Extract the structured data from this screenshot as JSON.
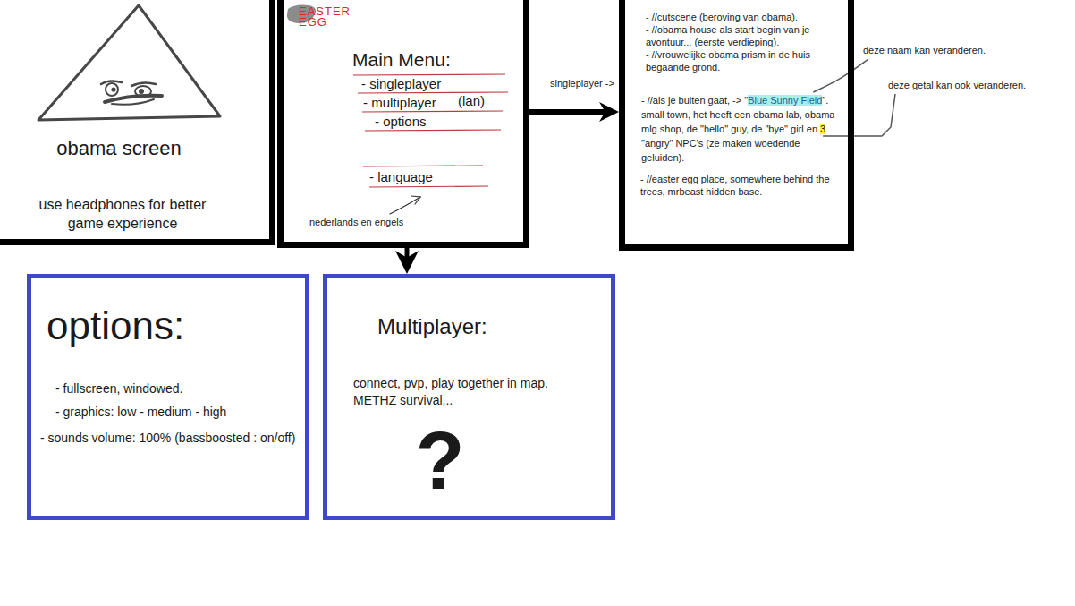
{
  "diagram": {
    "nodes": [
      {
        "text": [
          "obama screen",
          "use headphones for better game experience"
        ]
      },
      {
        "text": [
          "EASTER EGG",
          "Main Menu:",
          "- singleplayer",
          "- multiplayer",
          "(lan)",
          "- options",
          "- language",
          "nederlands en engels"
        ]
      },
      {
        "text": [
          "- //cutscene (beroving van obama).",
          "- //obama house als start begin van je avontuur... (eerste verdieping).",
          "- //vrouwelijke obama prism in de huis begaande grond.",
          "- //als je buiten gaat, -> \"Blue Sunny Field\". small town, het heeft een obama lab, obama mlg shop, de \"hello\" guy, de \"bye\" girl en 3 \"angry\" NPC's (ze maken woedende geluiden).",
          "- //easter egg place, somewhere behind the trees, mrbeast hidden base."
        ]
      },
      {
        "text": [
          "options:",
          "- fullscreen, windowed.",
          "- graphics: low - medium - high",
          "- sounds volume: 100% (bassboosted : on/off)"
        ]
      },
      {
        "text": [
          "Multiplayer:",
          "connect, pvp, play together in map. METHZ survival...",
          "?"
        ]
      }
    ],
    "edges": [
      {
        "from": 1,
        "to": 2,
        "arrow": "to",
        "label": "singleplayer ->"
      },
      {
        "from": 1,
        "to": 4,
        "arrow": "to"
      }
    ],
    "labels": [
      "deze naam kan veranderen.",
      "deze getal kan ook veranderen."
    ]
  }
}
